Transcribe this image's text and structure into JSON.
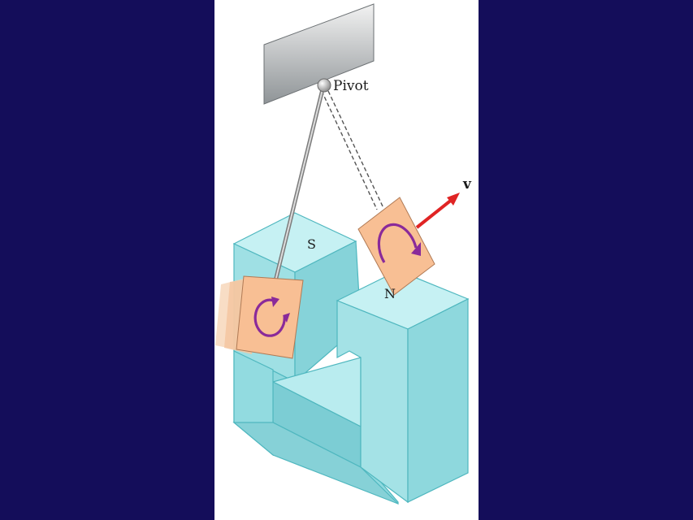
{
  "diagram": {
    "labels": {
      "pivot": "Pivot",
      "south_pole": "S",
      "north_pole": "N",
      "velocity": "v"
    },
    "colors": {
      "background": "#140d5a",
      "panel": "#ffffff",
      "magnet_front": "#9fe0e4",
      "magnet_top": "#c6f1f3",
      "magnet_side": "#7dd0d6",
      "plate": "#f8bf94",
      "eddy_current": "#8a2a9a",
      "velocity_arrow": "#e02424"
    },
    "icons": {
      "eddy_current_loop": "circular-arrow-icon",
      "velocity": "arrow-icon"
    }
  }
}
